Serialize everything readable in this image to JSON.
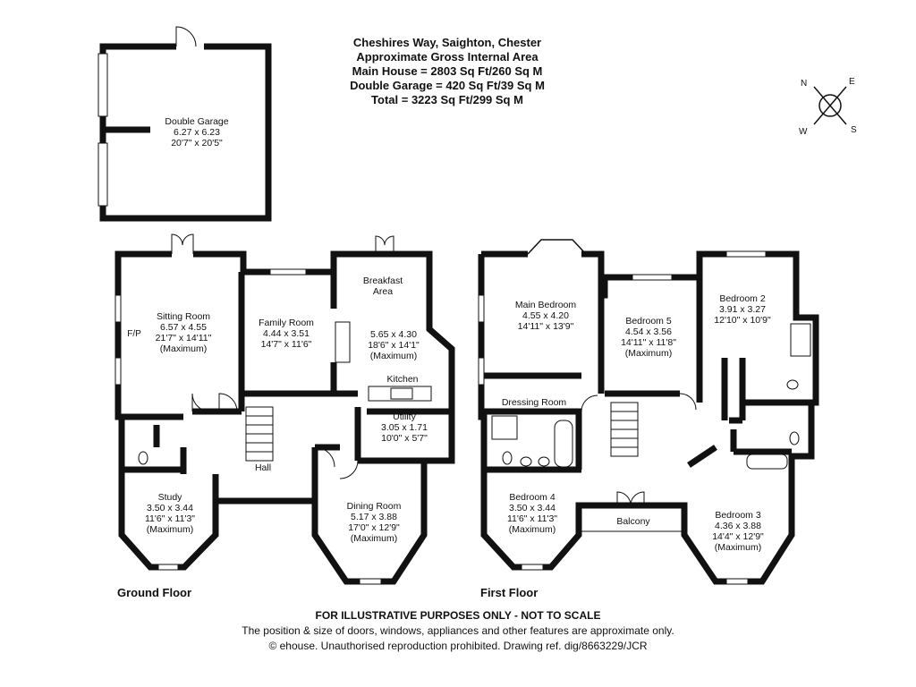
{
  "header": {
    "address": "Cheshires Way, Saighton, Chester",
    "subtitle": "Approximate Gross Internal Area",
    "main_house": "Main House = 2803 Sq Ft/260 Sq M",
    "garage": "Double Garage = 420 Sq Ft/39 Sq M",
    "total": "Total = 3223 Sq Ft/299 Sq M"
  },
  "compass": {
    "n": "N",
    "e": "E",
    "s": "S",
    "w": "W"
  },
  "garage": {
    "name": "Double Garage",
    "metric": "6.27 x 6.23",
    "imperial": "20'7\" x 20'5\""
  },
  "ground_floor": {
    "label": "Ground Floor",
    "sitting_room": {
      "name": "Sitting Room",
      "metric": "6.57 x 4.55",
      "imperial": "21'7\" x 14'11\"",
      "note": "(Maximum)",
      "fp": "F/P"
    },
    "family_room": {
      "name": "Family Room",
      "metric": "4.44 x 3.51",
      "imperial": "14'7\" x 11'6\""
    },
    "breakfast": {
      "name": "Breakfast",
      "name2": "Area"
    },
    "kitchen_dims": {
      "metric": "5.65 x 4.30",
      "imperial": "18'6\" x 14'1\"",
      "note": "(Maximum)"
    },
    "kitchen": {
      "name": "Kitchen"
    },
    "utility": {
      "name": "Utility",
      "metric": "3.05 x 1.71",
      "imperial": "10'0\" x 5'7\""
    },
    "hall": {
      "name": "Hall"
    },
    "study": {
      "name": "Study",
      "metric": "3.50 x 3.44",
      "imperial": "11'6\" x 11'3\"",
      "note": "(Maximum)"
    },
    "dining_room": {
      "name": "Dining Room",
      "metric": "5.17 x 3.88",
      "imperial": "17'0\" x 12'9\"",
      "note": "(Maximum)"
    }
  },
  "first_floor": {
    "label": "First Floor",
    "main_bedroom": {
      "name": "Main Bedroom",
      "metric": "4.55 x 4.20",
      "imperial": "14'11\" x 13'9\""
    },
    "bedroom5": {
      "name": "Bedroom 5",
      "metric": "4.54 x 3.56",
      "imperial": "14'11\" x 11'8\"",
      "note": "(Maximum)"
    },
    "bedroom2": {
      "name": "Bedroom 2",
      "metric": "3.91 x 3.27",
      "imperial": "12'10\" x 10'9\""
    },
    "dressing": {
      "name": "Dressing Room"
    },
    "bedroom4": {
      "name": "Bedroom 4",
      "metric": "3.50 x 3.44",
      "imperial": "11'6\" x 11'3\"",
      "note": "(Maximum)"
    },
    "balcony": {
      "name": "Balcony"
    },
    "bedroom3": {
      "name": "Bedroom 3",
      "metric": "4.36 x 3.88",
      "imperial": "14'4\" x 12'9\"",
      "note": "(Maximum)"
    }
  },
  "footer": {
    "line1": "FOR ILLUSTRATIVE PURPOSES ONLY - NOT TO SCALE",
    "line2": "The position & size of doors, windows, appliances and other features are approximate only.",
    "line3": "© ehouse. Unauthorised reproduction prohibited. Drawing ref. dig/8663229/JCR"
  }
}
